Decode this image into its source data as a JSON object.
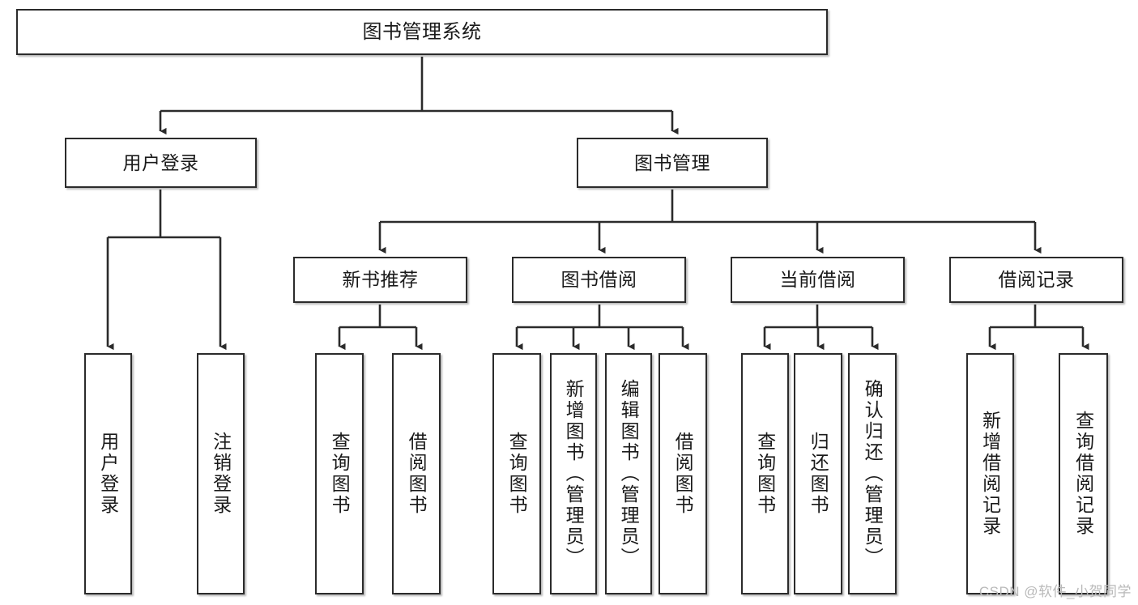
{
  "diagram": {
    "type": "tree-hierarchy-diagram",
    "title": "图书管理系统",
    "watermark": "CSDN @软件_小贺同学",
    "colors": {
      "box_border": "#2b2b2b",
      "box_fill": "#ffffff",
      "connector": "#2b2b2b",
      "text": "#1a1a1a",
      "watermark": "#b9b9b9"
    },
    "nodes": {
      "root": {
        "label": "图书管理系统",
        "level": 1,
        "orientation": "horizontal"
      },
      "l2": [
        {
          "id": "user-login",
          "label": "用户登录",
          "level": 2,
          "orientation": "horizontal"
        },
        {
          "id": "book-management",
          "label": "图书管理",
          "level": 2,
          "orientation": "horizontal"
        }
      ],
      "l3": [
        {
          "id": "new-book-recommend",
          "label": "新书推荐",
          "level": 3,
          "orientation": "horizontal",
          "parent": "book-management"
        },
        {
          "id": "book-borrow",
          "label": "图书借阅",
          "level": 3,
          "orientation": "horizontal",
          "parent": "book-management"
        },
        {
          "id": "current-borrow",
          "label": "当前借阅",
          "level": 3,
          "orientation": "horizontal",
          "parent": "book-management"
        },
        {
          "id": "borrow-records",
          "label": "借阅记录",
          "level": 3,
          "orientation": "horizontal",
          "parent": "book-management"
        }
      ],
      "leaves": [
        {
          "id": "leaf-user-login",
          "label": "用户登录",
          "parent": "user-login"
        },
        {
          "id": "leaf-logout",
          "label": "注销登录",
          "parent": "user-login"
        },
        {
          "id": "leaf-query-book-1",
          "label": "查询图书",
          "parent": "new-book-recommend"
        },
        {
          "id": "leaf-borrow-book-1",
          "label": "借阅图书",
          "parent": "new-book-recommend"
        },
        {
          "id": "leaf-query-book-2",
          "label": "查询图书",
          "parent": "book-borrow"
        },
        {
          "id": "leaf-add-book",
          "label": "新增图书（管理员）",
          "parent": "book-borrow"
        },
        {
          "id": "leaf-edit-book",
          "label": "编辑图书（管理员）",
          "parent": "book-borrow"
        },
        {
          "id": "leaf-borrow-book-2",
          "label": "借阅图书",
          "parent": "book-borrow"
        },
        {
          "id": "leaf-query-book-3",
          "label": "查询图书",
          "parent": "current-borrow"
        },
        {
          "id": "leaf-return-book",
          "label": "归还图书",
          "parent": "current-borrow"
        },
        {
          "id": "leaf-confirm-return",
          "label": "确认归还（管理员）",
          "parent": "current-borrow"
        },
        {
          "id": "leaf-add-record",
          "label": "新增借阅记录",
          "parent": "borrow-records"
        },
        {
          "id": "leaf-query-record",
          "label": "查询借阅记录",
          "parent": "borrow-records"
        }
      ]
    }
  }
}
